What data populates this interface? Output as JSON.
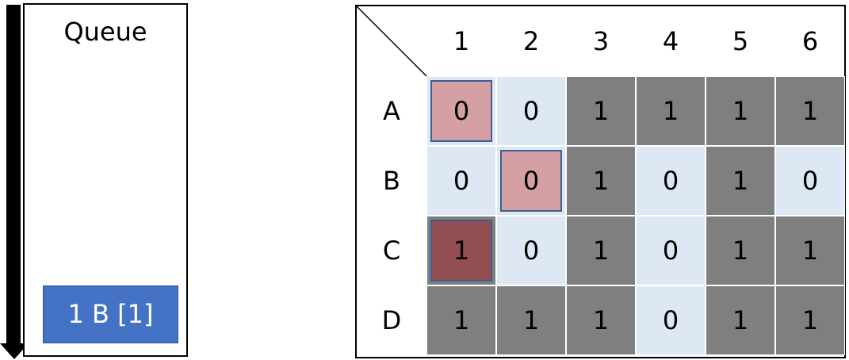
{
  "queue": {
    "title": "Queue",
    "items": [
      "1 B [1]"
    ]
  },
  "grid": {
    "column_headers": [
      "1",
      "2",
      "3",
      "4",
      "5",
      "6"
    ],
    "row_headers": [
      "A",
      "B",
      "C",
      "D"
    ],
    "values": [
      [
        "0",
        "0",
        "1",
        "1",
        "1",
        "1"
      ],
      [
        "0",
        "0",
        "1",
        "0",
        "1",
        "0"
      ],
      [
        "1",
        "0",
        "1",
        "0",
        "1",
        "1"
      ],
      [
        "1",
        "1",
        "1",
        "0",
        "1",
        "1"
      ]
    ],
    "highlighted_cells": [
      {
        "row": "A",
        "col": "1"
      },
      {
        "row": "B",
        "col": "2"
      },
      {
        "row": "C",
        "col": "1"
      }
    ]
  },
  "colors": {
    "zero_cell": "#dde8f4",
    "one_cell": "#7f7f7f",
    "highlight_light": "#d5a0a3",
    "highlight_dark": "#924e50",
    "highlight_border": "#3c5f96",
    "queue_item": "#4472c4"
  }
}
